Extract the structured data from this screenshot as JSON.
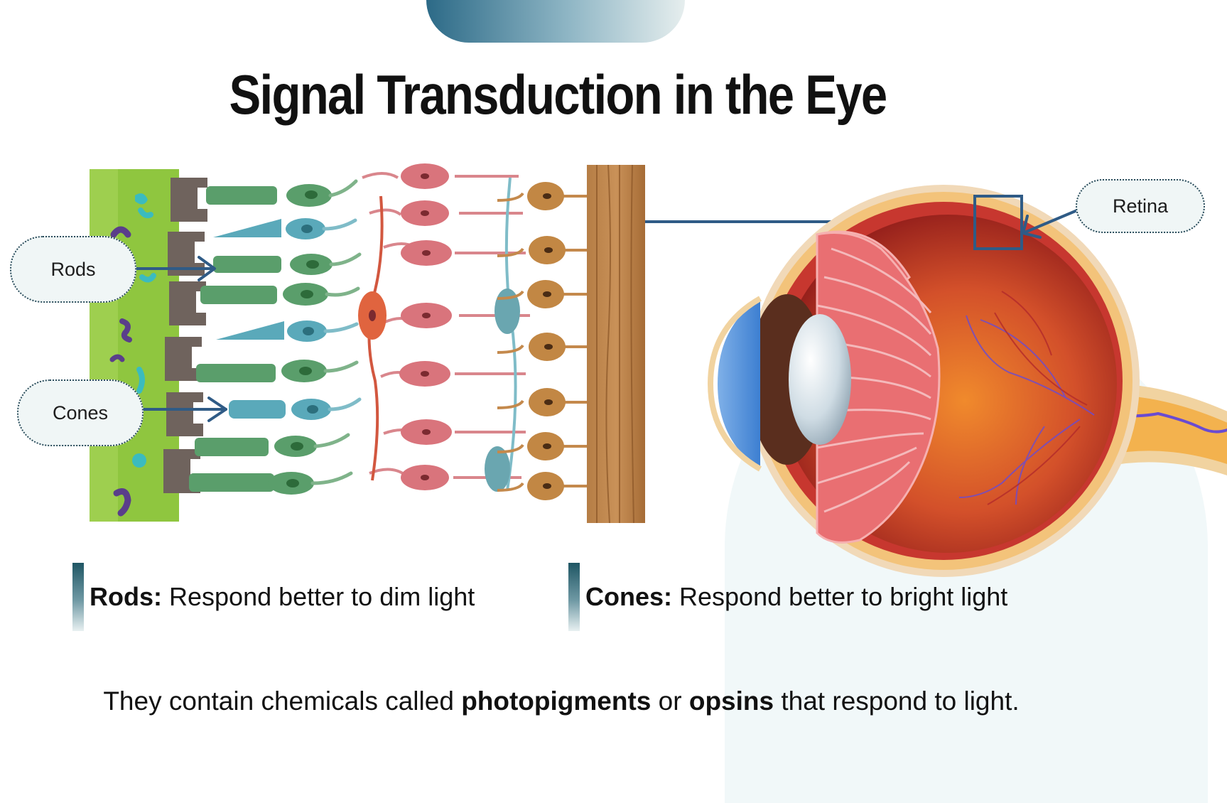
{
  "title": "Signal Transduction in the Eye",
  "labels": {
    "rods": "Rods",
    "cones": "Cones",
    "retina": "Retina"
  },
  "legend": [
    {
      "term": "Rods:",
      "text": "Respond better to dim light"
    },
    {
      "term": "Cones:",
      "text": "Respond better to bright light"
    }
  ],
  "footer": {
    "pre": "They contain chemicals called",
    "term1": "photopigments",
    "mid": "or",
    "term2": "opsins",
    "post": "that respond to light."
  },
  "colors": {
    "rod": "#5a9e6b",
    "cone": "#5aa9ba",
    "pigment_epithelium": "#8fc63f",
    "bipolar": "#d9747c",
    "ganglion": "#b57a3c",
    "nerve_fiber": "#a8713f",
    "sclera": "#f3c37a",
    "retina_red": "#c7372f",
    "arrow": "#2f5b86"
  }
}
